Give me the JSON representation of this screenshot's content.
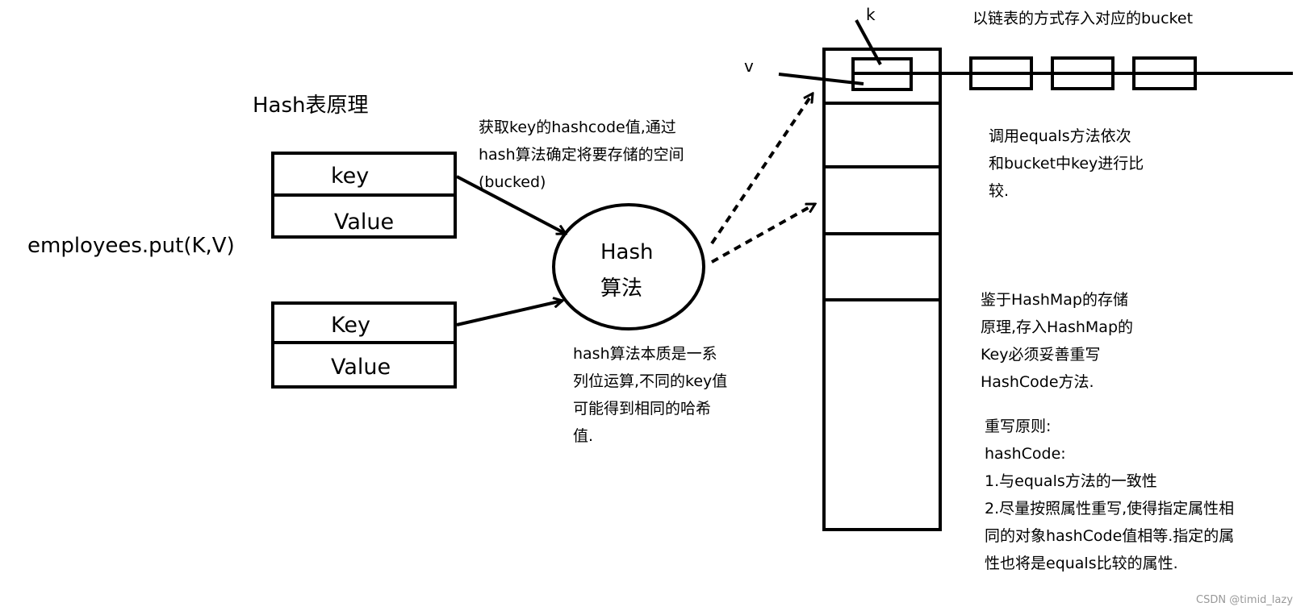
{
  "title": "Hash表原理",
  "put_call": "employees.put(K,V)",
  "entry1": {
    "key": "key",
    "value": "Value"
  },
  "entry2": {
    "key": "Key",
    "value": "Value"
  },
  "algorithm": {
    "line1": "Hash",
    "line2": "算法"
  },
  "labels": {
    "k": "k",
    "v": "v"
  },
  "note_top": "以链表的方式存入对应的bucket",
  "note_hashcode": [
    "获取key的hashcode值,通过",
    "hash算法确定将要存储的空间",
    "(bucked)"
  ],
  "note_hash_nature": [
    "hash算法本质是一系",
    "列位运算,不同的key值",
    "可能得到相同的哈希",
    "值."
  ],
  "note_equals": [
    "调用equals方法依次",
    "和bucket中key进行比",
    "较."
  ],
  "note_hashmap": [
    "鉴于HashMap的存储",
    "原理,存入HashMap的",
    "Key必须妥善重写",
    "HashCode方法."
  ],
  "note_rules": [
    "重写原则:",
    "hashCode:",
    "1.与equals方法的一致性",
    "2.尽量按照属性重写,使得指定属性相",
    "同的对象hashCode值相等.指定的属",
    "性也将是equals比较的属性."
  ],
  "watermark": "CSDN @timid_lazy"
}
